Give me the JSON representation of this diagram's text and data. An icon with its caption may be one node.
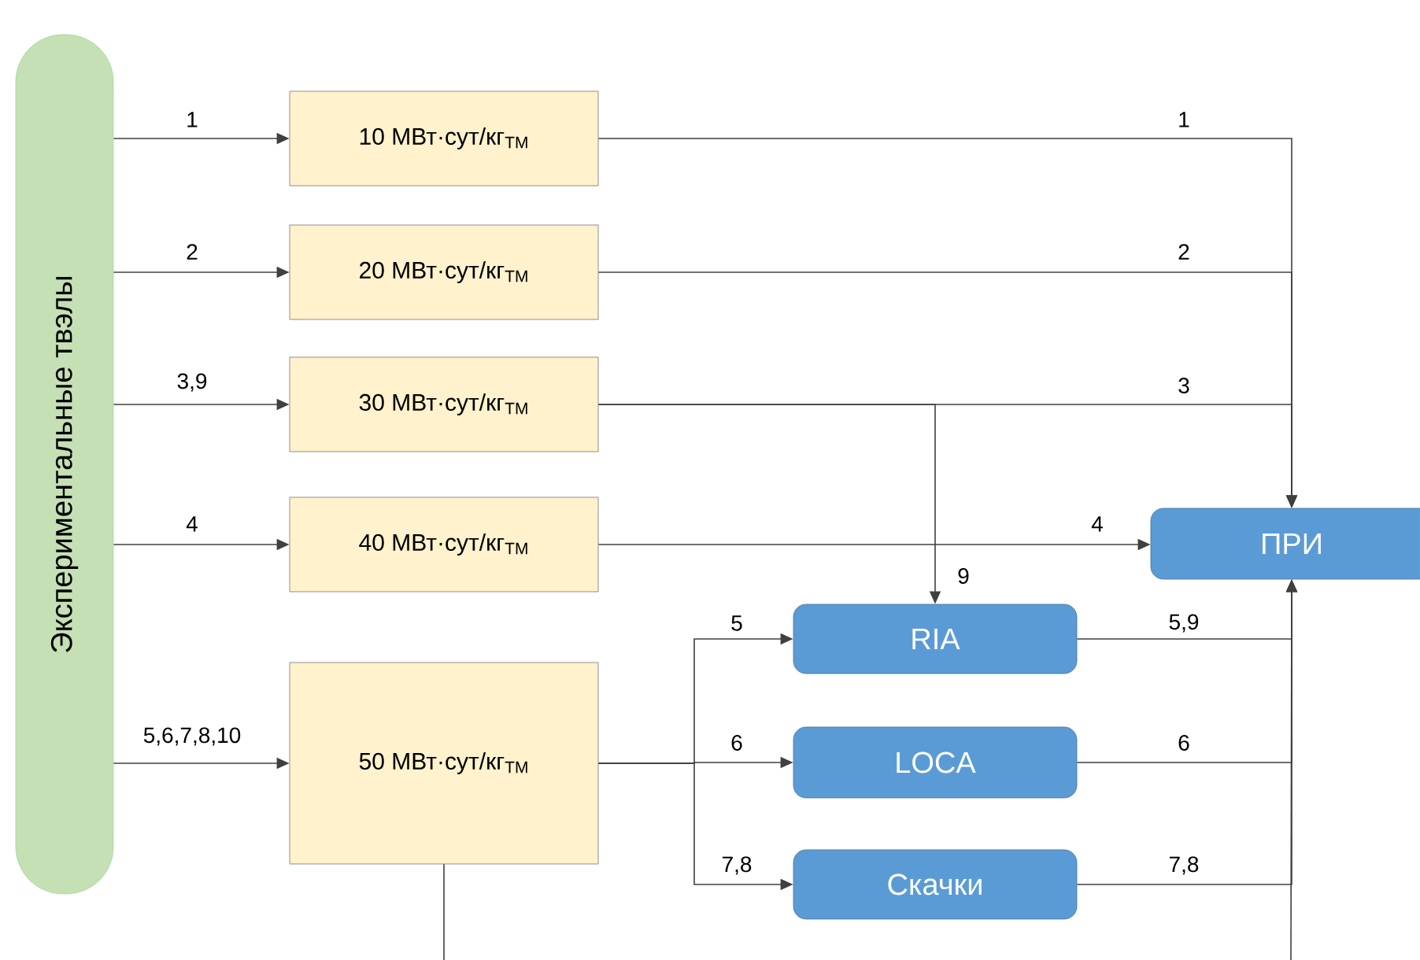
{
  "diagram": {
    "nodes": [
      {
        "text": [
          "Экспериментальные твэлы"
        ]
      },
      {
        "text": [
          "10 МВт·сут/кг$_{ТМ}$"
        ]
      },
      {
        "text": [
          "20 МВт·сут/кг$_{ТМ}$"
        ]
      },
      {
        "text": [
          "30 МВт·сут/кг$_{ТМ}$"
        ]
      },
      {
        "text": [
          "40 МВт·сут/кг$_{ТМ}$"
        ]
      },
      {
        "text": [
          "50 МВт·сут/кг$_{ТМ}$"
        ]
      },
      {
        "text": [
          "ПРИ"
        ]
      },
      {
        "text": [
          "RIA"
        ]
      },
      {
        "text": [
          "LOCA"
        ]
      },
      {
        "text": [
          "Скачки"
        ]
      }
    ],
    "edges": [
      {
        "from": 0,
        "to": 1,
        "arrow": "to",
        "label": "1"
      },
      {
        "from": 0,
        "to": 2,
        "arrow": "to",
        "label": "2"
      },
      {
        "from": 0,
        "to": 3,
        "arrow": "to",
        "label": "3,9"
      },
      {
        "from": 0,
        "to": 4,
        "arrow": "to",
        "label": "4"
      },
      {
        "from": 0,
        "to": 5,
        "arrow": "to",
        "label": "5,6,7,8,10"
      },
      {
        "from": 1,
        "to": 6,
        "arrow": "to",
        "label": "1"
      },
      {
        "from": 2,
        "to": 6,
        "arrow": "to",
        "label": "2"
      },
      {
        "from": 3,
        "to": 6,
        "arrow": "to",
        "label": "3"
      },
      {
        "from": 3,
        "to": 7,
        "arrow": "to",
        "label": "9"
      },
      {
        "from": 4,
        "to": 6,
        "arrow": "to",
        "label": "4"
      },
      {
        "from": 5,
        "to": 7,
        "arrow": "to",
        "label": "5"
      },
      {
        "from": 5,
        "to": 8,
        "arrow": "to",
        "label": "6"
      },
      {
        "from": 5,
        "to": 9,
        "arrow": "to",
        "label": "7,8"
      },
      {
        "from": 7,
        "to": 6,
        "arrow": "to",
        "label": "5,9"
      },
      {
        "from": 8,
        "to": 6,
        "arrow": "to",
        "label": "6"
      },
      {
        "from": 9,
        "to": 6,
        "arrow": "to",
        "label": "7,8"
      },
      {
        "from": 5,
        "to": null,
        "arrow": "none"
      },
      {
        "from": null,
        "to": 6,
        "arrow": "to"
      }
    ]
  }
}
